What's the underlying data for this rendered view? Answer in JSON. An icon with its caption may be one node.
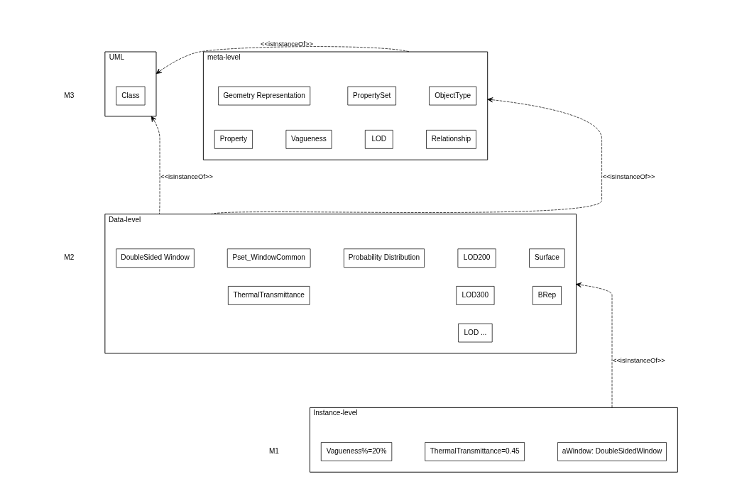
{
  "diagram": {
    "nodes": [
      {
        "text": [
          "UML"
        ]
      },
      {
        "text": [
          "Class"
        ],
        "in": 0
      },
      {
        "text": [
          "meta-level"
        ]
      },
      {
        "text": [
          "ObjectType"
        ],
        "in": 2
      },
      {
        "text": [
          "PropertySet"
        ],
        "in": 2
      },
      {
        "text": [
          "Geometry Representation"
        ],
        "in": 2
      },
      {
        "text": [
          "Relationship"
        ],
        "in": 2
      },
      {
        "text": [
          "LOD"
        ],
        "in": 2
      },
      {
        "text": [
          "Property"
        ],
        "in": 2
      },
      {
        "text": [
          "Vagueness"
        ],
        "in": 2
      },
      {
        "text": [
          "Data-level"
        ]
      },
      {
        "text": [
          "DoubleSided Window"
        ],
        "in": 10
      },
      {
        "text": [
          "LOD200"
        ],
        "in": 10
      },
      {
        "text": [
          "LOD300"
        ],
        "in": 10
      },
      {
        "text": [
          "LOD ..."
        ],
        "in": 10
      },
      {
        "text": [
          "Surface"
        ],
        "in": 10
      },
      {
        "text": [
          "BRep"
        ],
        "in": 10
      },
      {
        "text": [
          "Pset_WindowCommon"
        ],
        "in": 10
      },
      {
        "text": [
          "ThermalTransmittance"
        ],
        "in": 10
      },
      {
        "text": [
          "Probability Distribution"
        ],
        "in": 10
      },
      {
        "text": [
          "Instance-level"
        ]
      },
      {
        "text": [
          "aWindow: DoubleSidedWindow"
        ],
        "in": 20
      },
      {
        "text": [
          "ThermalTransmittance=0.45"
        ],
        "in": 20
      },
      {
        "text": [
          "Vagueness%=20%"
        ],
        "in": 20
      }
    ],
    "edges": [
      {
        "from": 2,
        "to": 0,
        "arrow": "to",
        "label": "<<isInstanceOf>>",
        "style": "dashed"
      },
      {
        "from": 10,
        "to": 0,
        "arrow": "to",
        "label": "<<isInstanceOf>>",
        "style": "dashed"
      },
      {
        "from": 10,
        "to": 2,
        "arrow": "to",
        "label": "<<isInstanceOf>>",
        "style": "dashed"
      },
      {
        "from": 20,
        "to": 10,
        "arrow": "to",
        "label": "<<isInstanceOf>>",
        "style": "dashed"
      }
    ],
    "labels": [
      "M3",
      "M2",
      "M1"
    ]
  }
}
